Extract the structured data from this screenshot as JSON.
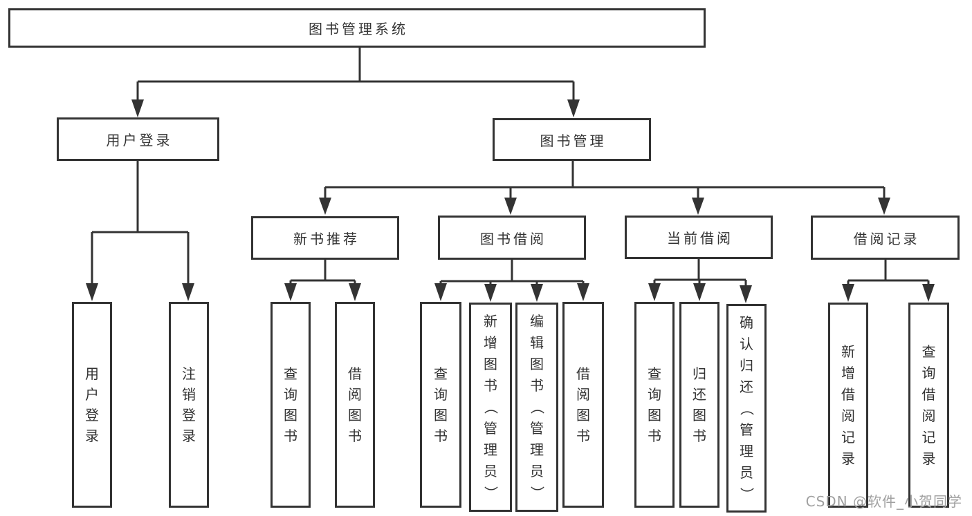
{
  "root": {
    "label": "图书管理系统"
  },
  "branches": [
    {
      "label": "用户登录",
      "children": [
        {
          "label": "用户登录"
        },
        {
          "label": "注销登录"
        }
      ]
    },
    {
      "label": "图书管理",
      "groups": [
        {
          "label": "新书推荐",
          "children": [
            {
              "label": "查询图书"
            },
            {
              "label": "借阅图书"
            }
          ]
        },
        {
          "label": "图书借阅",
          "children": [
            {
              "label": "查询图书"
            },
            {
              "label": "新增图书（管理员）"
            },
            {
              "label": "编辑图书（管理员）"
            },
            {
              "label": "借阅图书"
            }
          ]
        },
        {
          "label": "当前借阅",
          "children": [
            {
              "label": "查询图书"
            },
            {
              "label": "归还图书"
            },
            {
              "label": "确认归还（管理员）"
            }
          ]
        },
        {
          "label": "借阅记录",
          "children": [
            {
              "label": "新增借阅记录"
            },
            {
              "label": "查询借阅记录"
            }
          ]
        }
      ]
    }
  ],
  "watermark": "CSDN @软件_小贺同学",
  "colors": {
    "line": "#333333",
    "box_border": "#333333",
    "text": "#333333",
    "watermark_text": "#a0a0a0",
    "background": "#ffffff"
  }
}
